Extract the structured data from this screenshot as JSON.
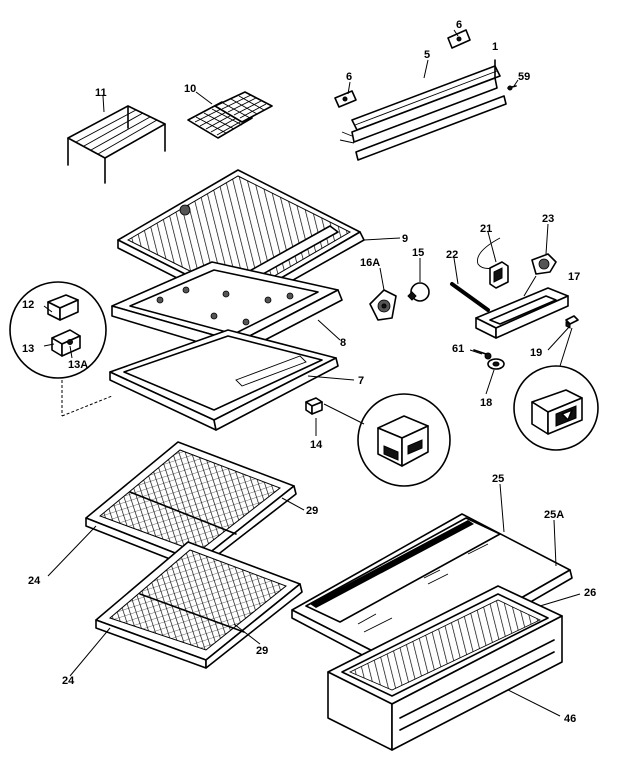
{
  "callouts": {
    "c1": "1",
    "c5": "5",
    "c6a": "6",
    "c6b": "6",
    "c59": "59",
    "c10": "10",
    "c11": "11",
    "c9": "9",
    "c8": "8",
    "c7": "7",
    "c12": "12",
    "c13": "13",
    "c13a": "13A",
    "c14": "14",
    "c15": "15",
    "c16a": "16A",
    "c17": "17",
    "c18": "18",
    "c19": "19",
    "c21": "21",
    "c22": "22",
    "c23": "23",
    "c61": "61",
    "c25": "25",
    "c25a": "25A",
    "c26": "26",
    "c46": "46",
    "c29a": "29",
    "c29b": "29",
    "c24a": "24",
    "c24b": "24"
  }
}
